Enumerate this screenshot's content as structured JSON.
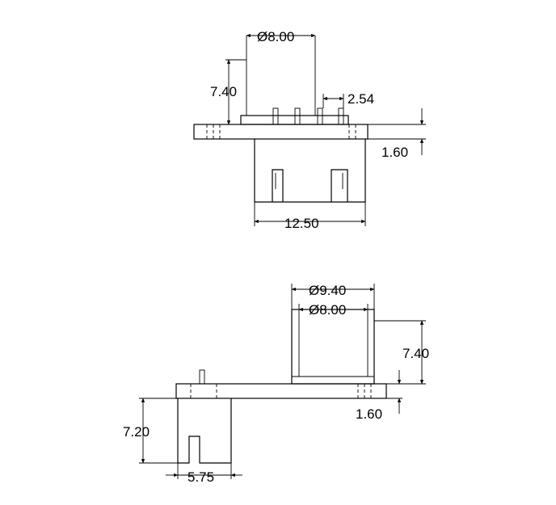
{
  "top_view": {
    "dim_diameter": "Ø8.00",
    "dim_height": "7.40",
    "dim_pitch": "2.54",
    "dim_thickness": "1.60",
    "dim_width": "12.50"
  },
  "bottom_view": {
    "dim_outer_diameter": "Ø9.40",
    "dim_inner_diameter": "Ø8.00",
    "dim_height": "7.40",
    "dim_thickness": "1.60",
    "dim_leg_height": "7.20",
    "dim_leg_width": "5.75"
  }
}
